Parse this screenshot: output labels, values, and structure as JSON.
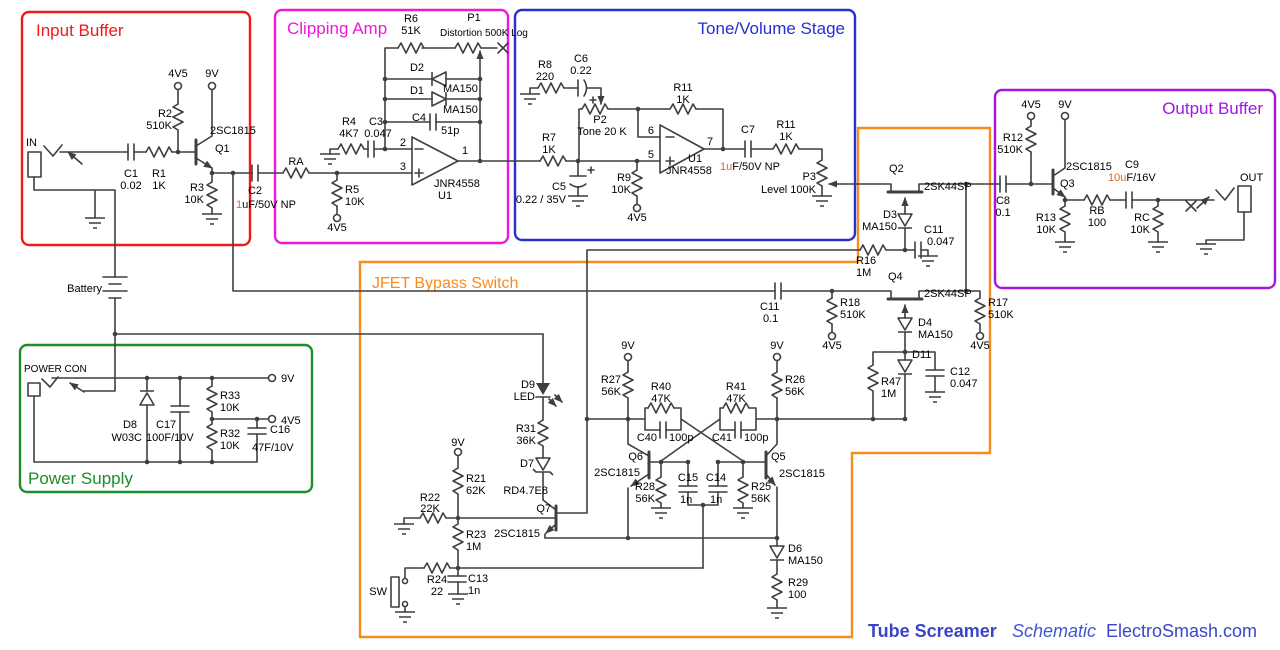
{
  "title": {
    "product": "Tube Screamer",
    "kind": "Schematic",
    "site": "ElectroSmash.com"
  },
  "sections": {
    "input_buffer": "Input Buffer",
    "clipping_amp": "Clipping Amp",
    "tone_volume": "Tone/Volume Stage",
    "output_buffer": "Output Buffer",
    "power_supply": "Power Supply",
    "jfet_bypass": "JFET Bypass Switch"
  },
  "colors": {
    "input_buffer": "#f01818",
    "clipping_amp": "#f018d8",
    "tone_volume": "#2430d0",
    "output_buffer": "#a018e0",
    "power_supply": "#1e8c28",
    "jfet_bypass": "#f78c1e",
    "title": "#3a46c8",
    "title_site": "#3f56d6",
    "highlight": "#e06428",
    "wire": "#3f3f3f"
  },
  "labels": {
    "in": "IN",
    "c1": "C1",
    "c1v": "0.02",
    "r1": "R1",
    "r1v": "1K",
    "r2": "R2",
    "r2v": "510K",
    "v45a": "4V5",
    "v9a": "9V",
    "q1": "Q1",
    "q1t": "2SC1815",
    "r3": "R3",
    "r3v": "10K",
    "c2": "C2",
    "c2v1": "1",
    "c2v2": "uF/50V NP",
    "batt": "Battery",
    "ra": "RA",
    "r5": "R5",
    "r5v": "10K",
    "v45b": "4V5",
    "r4": "R4",
    "r4v": "4K7",
    "c3": "C3",
    "c3v": "0.047",
    "r6": "R6",
    "r6v": "51K",
    "p1": "P1",
    "p1v": "Distortion 500K Log",
    "d2": "D2",
    "d2v": "MA150",
    "d1": "D1",
    "d1v": "MA150",
    "c4": "C4",
    "c4v": "51p",
    "pin2": "2",
    "pin3": "3",
    "pin1": "1",
    "u1at": "JNR4558",
    "u1a": "U1",
    "r8": "R8",
    "r8v": "220",
    "c6": "C6",
    "c6v": "0.22",
    "p2": "P2",
    "p2v": "Tone 20 K",
    "r11a": "R11",
    "r11av": "1K",
    "r7": "R7",
    "r7v": "1K",
    "c5": "C5",
    "c5v": "0.22 / 35V",
    "r9": "R9",
    "r9v": "10K",
    "v45c": "4V5",
    "pin6": "6",
    "pin5": "5",
    "pin7": "7",
    "u1b": "U1",
    "u1bt": "JNR4558",
    "c7": "C7",
    "c7v1": "1u",
    "c7v2": "F/50V NP",
    "r11b": "R11",
    "r11bv": "1K",
    "p3": "P3",
    "p3v": "Level 100K",
    "q2": "Q2",
    "q2t": "2SK44SP",
    "d3": "D3",
    "d3v": "MA150",
    "c11a": "C11",
    "c11av": "0.047",
    "r16": "R16",
    "r16v": "1M",
    "q4": "Q4",
    "q4t": "2SK44SP",
    "c11b": "C11",
    "c11bv": "0.1",
    "r18": "R18",
    "r18v": "510K",
    "v45d": "4V5",
    "r17": "R17",
    "r17v": "510K",
    "v45e": "4V5",
    "d4": "D4",
    "d4v": "MA150",
    "d11": "D11",
    "r47": "R47",
    "r47v": "1M",
    "c12": "C12",
    "c12v": "0.047",
    "v9b": "9V",
    "v9c": "9V",
    "r27": "R27",
    "r27v": "56K",
    "r26": "R26",
    "r26v": "56K",
    "r40": "R40",
    "r40v": "47K",
    "c40": "C40",
    "c40v": "100p",
    "r41": "R41",
    "r41v": "47K",
    "c41": "C41",
    "c41v": "100p",
    "q6": "Q6",
    "q6t": "2SC1815",
    "q5": "Q5",
    "q5t": "2SC1815",
    "r28": "R28",
    "r28v": "56K",
    "c15": "C15",
    "c15v": "1n",
    "c14": "C14",
    "c14v": "1n",
    "r25": "R25",
    "r25v": "56K",
    "d6": "D6",
    "d6v": "MA150",
    "r29": "R29",
    "r29v": "100",
    "d9": "D9",
    "d9v": "LED",
    "r31": "R31",
    "r31v": "36K",
    "d7": "D7",
    "d7v": "RD4.7E8",
    "q7": "Q7",
    "q7t": "2SC1815",
    "v9d": "9V",
    "r21": "R21",
    "r21v": "62K",
    "r22": "R22",
    "r22v": "22K",
    "r23": "R23",
    "r23v": "1M",
    "r24": "R24",
    "r24v": "22",
    "c13": "C13",
    "c13v": "1n",
    "sw": "SW",
    "pcon": "POWER CON",
    "v9e": "9V",
    "v45f": "4V5",
    "d8": "D8",
    "d8v": "W03C",
    "c17": "C17",
    "c17v": "100F/10V",
    "r33": "R33",
    "r33v": "10K",
    "r32": "R32",
    "r32v": "10K",
    "c16": "C16",
    "c16v": "47F/10V",
    "c8": "C8",
    "c8v": "0.1",
    "r12": "R12",
    "r12v": "510K",
    "v45g": "4V5",
    "v9f": "9V",
    "q3": "Q3",
    "q3t": "2SC1815",
    "r13": "R13",
    "r13v": "10K",
    "rb": "RB",
    "rbv": "100",
    "c9": "C9",
    "c9v1": "10u",
    "c9v2": "F/16V",
    "rc": "RC",
    "rcv": "10K",
    "out": "OUT"
  }
}
